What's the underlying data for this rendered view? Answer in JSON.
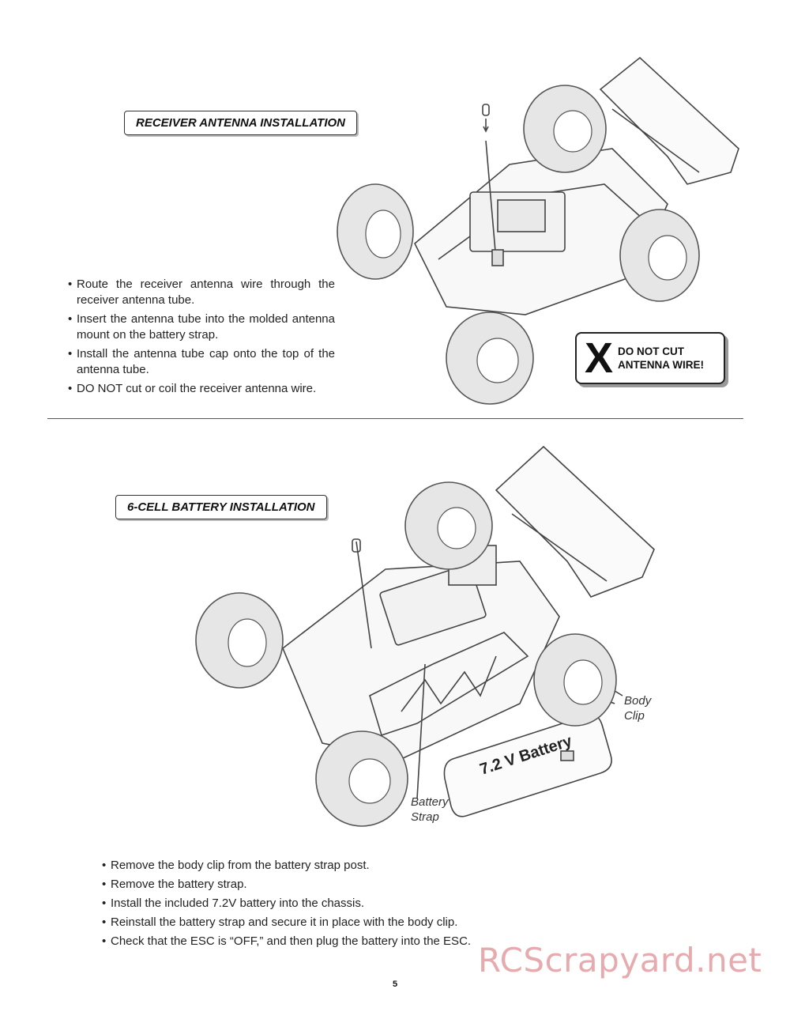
{
  "section1": {
    "label": "RECEIVER ANTENNA INSTALLATION",
    "bullets": [
      "Route the receiver antenna wire through the receiver antenna tube.",
      "Insert the antenna tube into the molded antenna mount on the battery strap.",
      "Install the antenna tube cap onto the top of the antenna tube.",
      "DO NOT cut or coil the receiver antenna wire."
    ],
    "warning": {
      "mark": "X",
      "line1": "DO NOT CUT",
      "line2": "ANTENNA WIRE!"
    }
  },
  "section2": {
    "label": "6-CELL BATTERY INSTALLATION",
    "bullets": [
      "Remove the body clip from the battery strap post.",
      "Remove the battery strap.",
      "Install the included 7.2V battery into the chassis.",
      "Reinstall the battery strap and secure it in place with the body clip.",
      "Check that the ESC is “OFF,” and then plug the battery into the ESC."
    ],
    "callouts": {
      "body_clip_line1": "Body",
      "body_clip_line2": "Clip",
      "battery_strap_line1": "Battery",
      "battery_strap_line2": "Strap",
      "battery_label": "7.2 V Battery"
    }
  },
  "page_number": "5",
  "watermark": "RCScrapyard.net"
}
